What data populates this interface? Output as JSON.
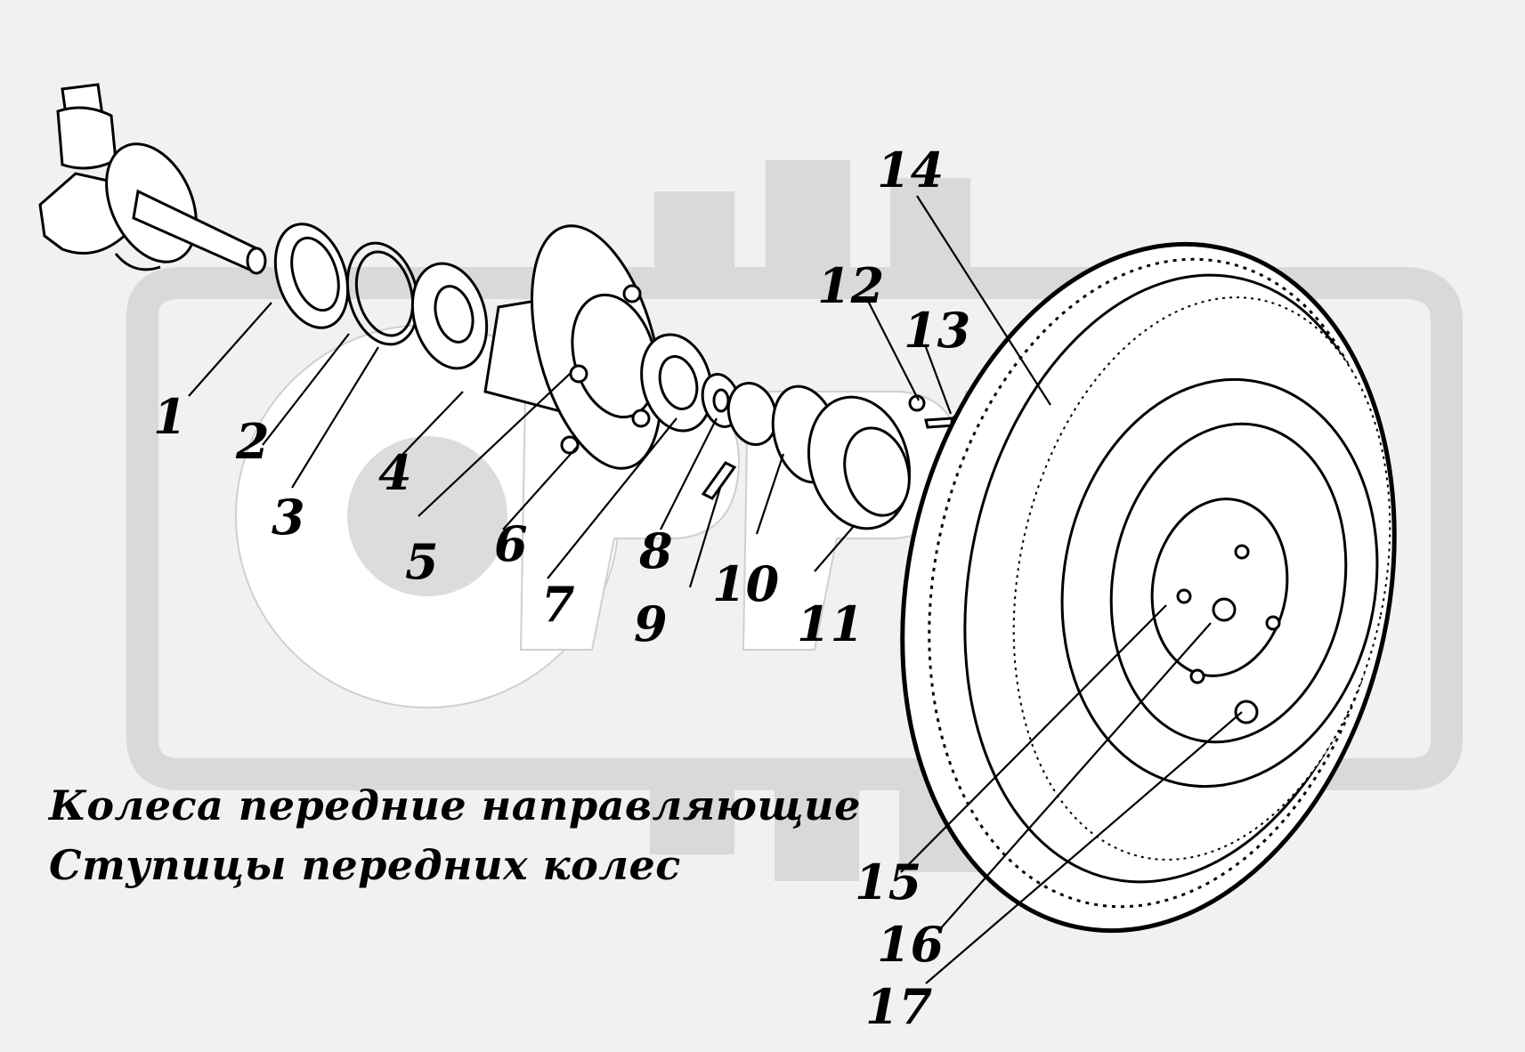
{
  "watermark": {
    "text": "ОРЕХ",
    "color": "#d8d8d8"
  },
  "title": {
    "line1": "Колеса передние направляющие",
    "line2": "Ступицы передних колес"
  },
  "callouts": [
    {
      "id": "1",
      "label": "1"
    },
    {
      "id": "2",
      "label": "2"
    },
    {
      "id": "3",
      "label": "3"
    },
    {
      "id": "4",
      "label": "4"
    },
    {
      "id": "5",
      "label": "5"
    },
    {
      "id": "6",
      "label": "6"
    },
    {
      "id": "7",
      "label": "7"
    },
    {
      "id": "8",
      "label": "8"
    },
    {
      "id": "9",
      "label": "9"
    },
    {
      "id": "10",
      "label": "10"
    },
    {
      "id": "11",
      "label": "11"
    },
    {
      "id": "12",
      "label": "12"
    },
    {
      "id": "13",
      "label": "13"
    },
    {
      "id": "14",
      "label": "14"
    },
    {
      "id": "15",
      "label": "15"
    },
    {
      "id": "16",
      "label": "16"
    },
    {
      "id": "17",
      "label": "17"
    }
  ]
}
